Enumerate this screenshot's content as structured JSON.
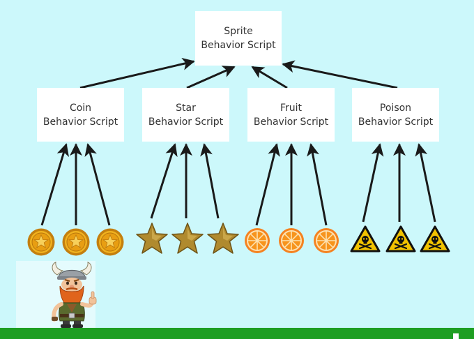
{
  "boxes": {
    "sprite": {
      "line1": "Sprite",
      "line2": "Behavior Script"
    },
    "coin": {
      "line1": "Coin",
      "line2": "Behavior Script"
    },
    "star": {
      "line1": "Star",
      "line2": "Behavior Script"
    },
    "fruit": {
      "line1": "Fruit",
      "line2": "Behavior Script"
    },
    "poison": {
      "line1": "Poison",
      "line2": "Behavior Script"
    }
  },
  "sprites": {
    "coin": {
      "icon": "coin-icon",
      "count": 3
    },
    "star": {
      "icon": "star-icon",
      "count": 3
    },
    "fruit": {
      "icon": "orange-icon",
      "count": 3
    },
    "poison": {
      "icon": "poison-warning-icon",
      "count": 3
    },
    "player": {
      "icon": "viking-character-icon"
    }
  },
  "colors": {
    "background": "#ccf8fb",
    "box": "#ffffff",
    "arrow": "#1a1a1a",
    "ground": "#1e9e22",
    "coin": "#e8a514",
    "star": "#b08a2e",
    "orange": "#f58220",
    "poison": "#f2c200"
  }
}
